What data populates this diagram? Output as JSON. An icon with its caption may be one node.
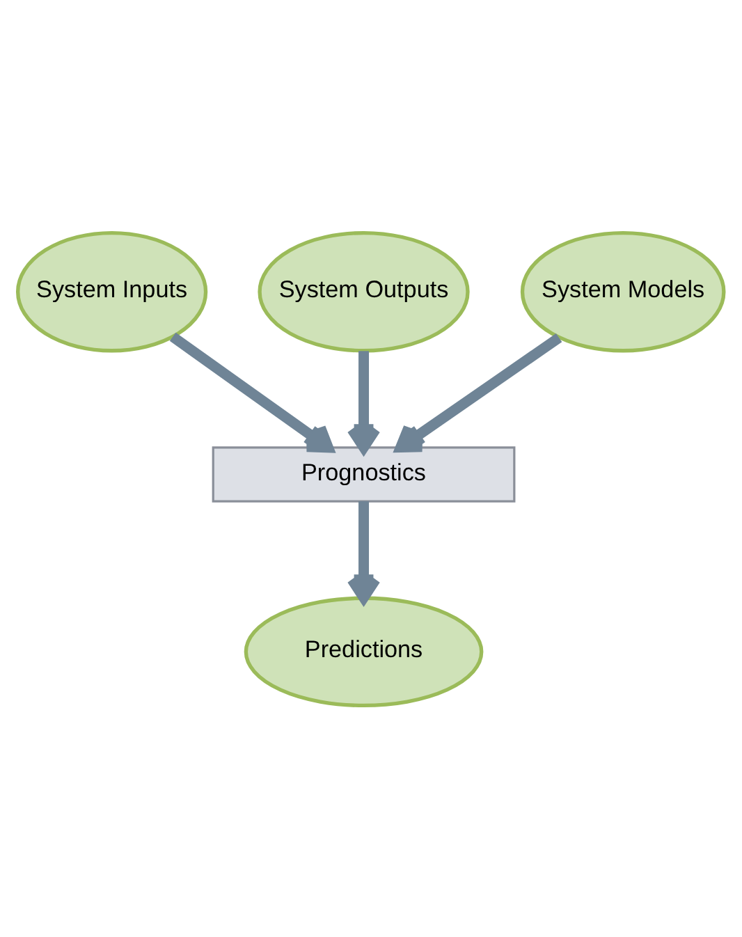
{
  "diagram": {
    "nodes": [
      {
        "text": [
          "System Inputs"
        ]
      },
      {
        "text": [
          "System Outputs"
        ]
      },
      {
        "text": [
          "System Models"
        ]
      },
      {
        "text": [
          "Prognostics"
        ]
      },
      {
        "text": [
          "Predictions"
        ]
      }
    ],
    "edges": [
      {
        "from": 0,
        "to": 3,
        "arrow": "to"
      },
      {
        "from": 1,
        "to": 3,
        "arrow": "to"
      },
      {
        "from": 2,
        "to": 3,
        "arrow": "to"
      },
      {
        "from": 3,
        "to": 4,
        "arrow": "to"
      }
    ]
  }
}
